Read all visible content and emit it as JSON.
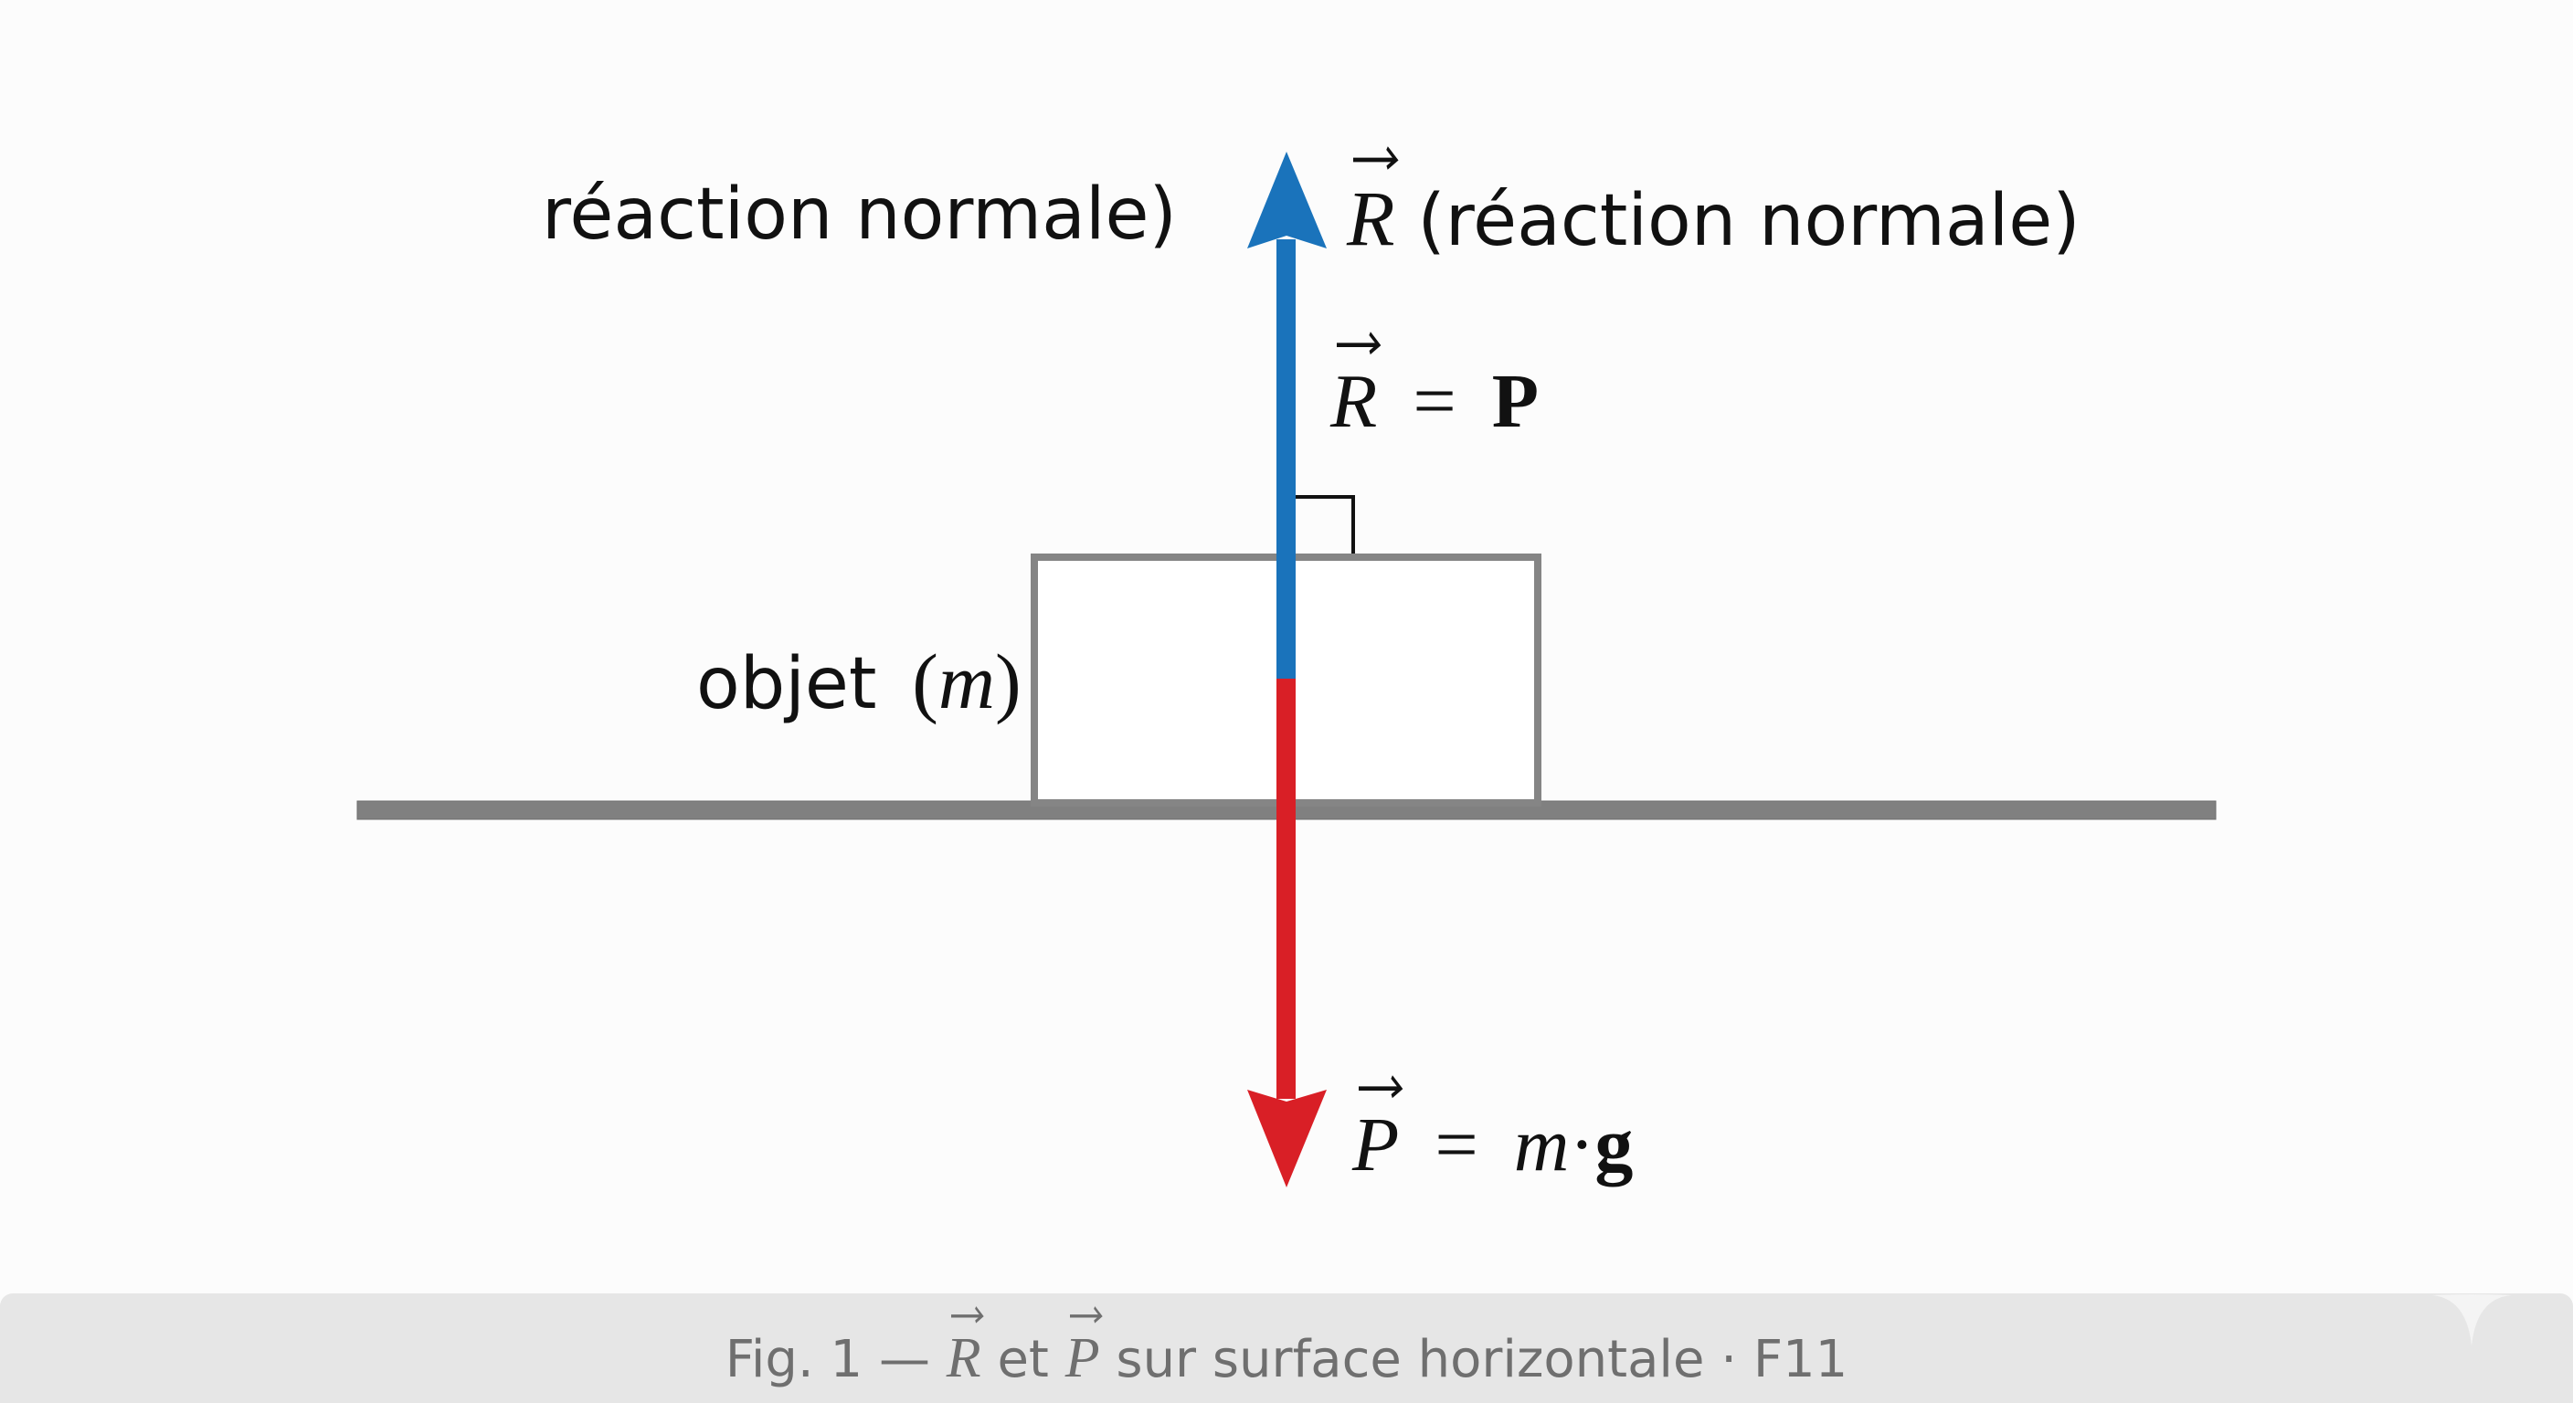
{
  "figure": {
    "labels": {
      "top_left": "réaction normale)",
      "top_right_symbol": "R",
      "top_right_text": "(réaction normale)",
      "equality_lhs": "R",
      "equality_op": "=",
      "equality_rhs": "P",
      "object_text": "objet",
      "object_paren_open": "(",
      "object_mass": "m",
      "object_paren_close": ")",
      "weight_lhs": "P",
      "weight_op": "=",
      "weight_m": "m",
      "weight_dot": "·",
      "weight_g": "g"
    },
    "colors": {
      "reaction_arrow": "#1a73bb",
      "weight_arrow": "#d91f26",
      "ground": "#808080",
      "object_outline": "#808080",
      "right_angle_marker": "#111111",
      "caption_bar": "#e6e6e6",
      "caption_text": "#6f6f6f"
    }
  },
  "caption": {
    "prefix": "Fig. 1 —",
    "vec1": "R",
    "conj": "et",
    "vec2": "P",
    "suffix": "sur surface horizontale · F11"
  }
}
